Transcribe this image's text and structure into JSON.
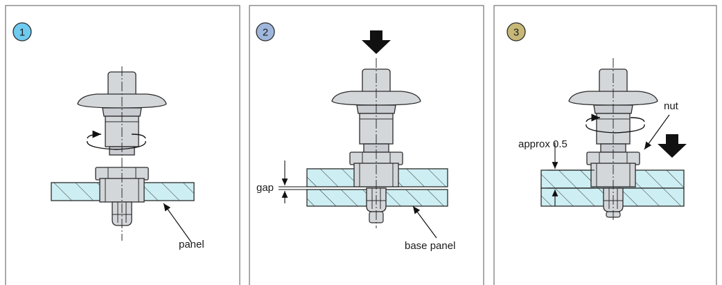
{
  "steps": [
    {
      "number": "1",
      "badge_color": "#6fcbef",
      "labels": {
        "panel": "panel"
      }
    },
    {
      "number": "2",
      "badge_color": "#9fb7dc",
      "labels": {
        "gap": "gap",
        "base_panel": "base panel"
      }
    },
    {
      "number": "3",
      "badge_color": "#c8b878",
      "labels": {
        "nut": "nut",
        "approx": "approx 0.5"
      }
    }
  ],
  "colors": {
    "frame": "#555555",
    "panel_fill": "#cdeef2",
    "metal_fill": "#d4d7da",
    "outline": "#2a2a2a",
    "arrow": "#111111"
  },
  "icons": [
    "push-down-arrow-icon",
    "rotation-arrow-icon"
  ]
}
